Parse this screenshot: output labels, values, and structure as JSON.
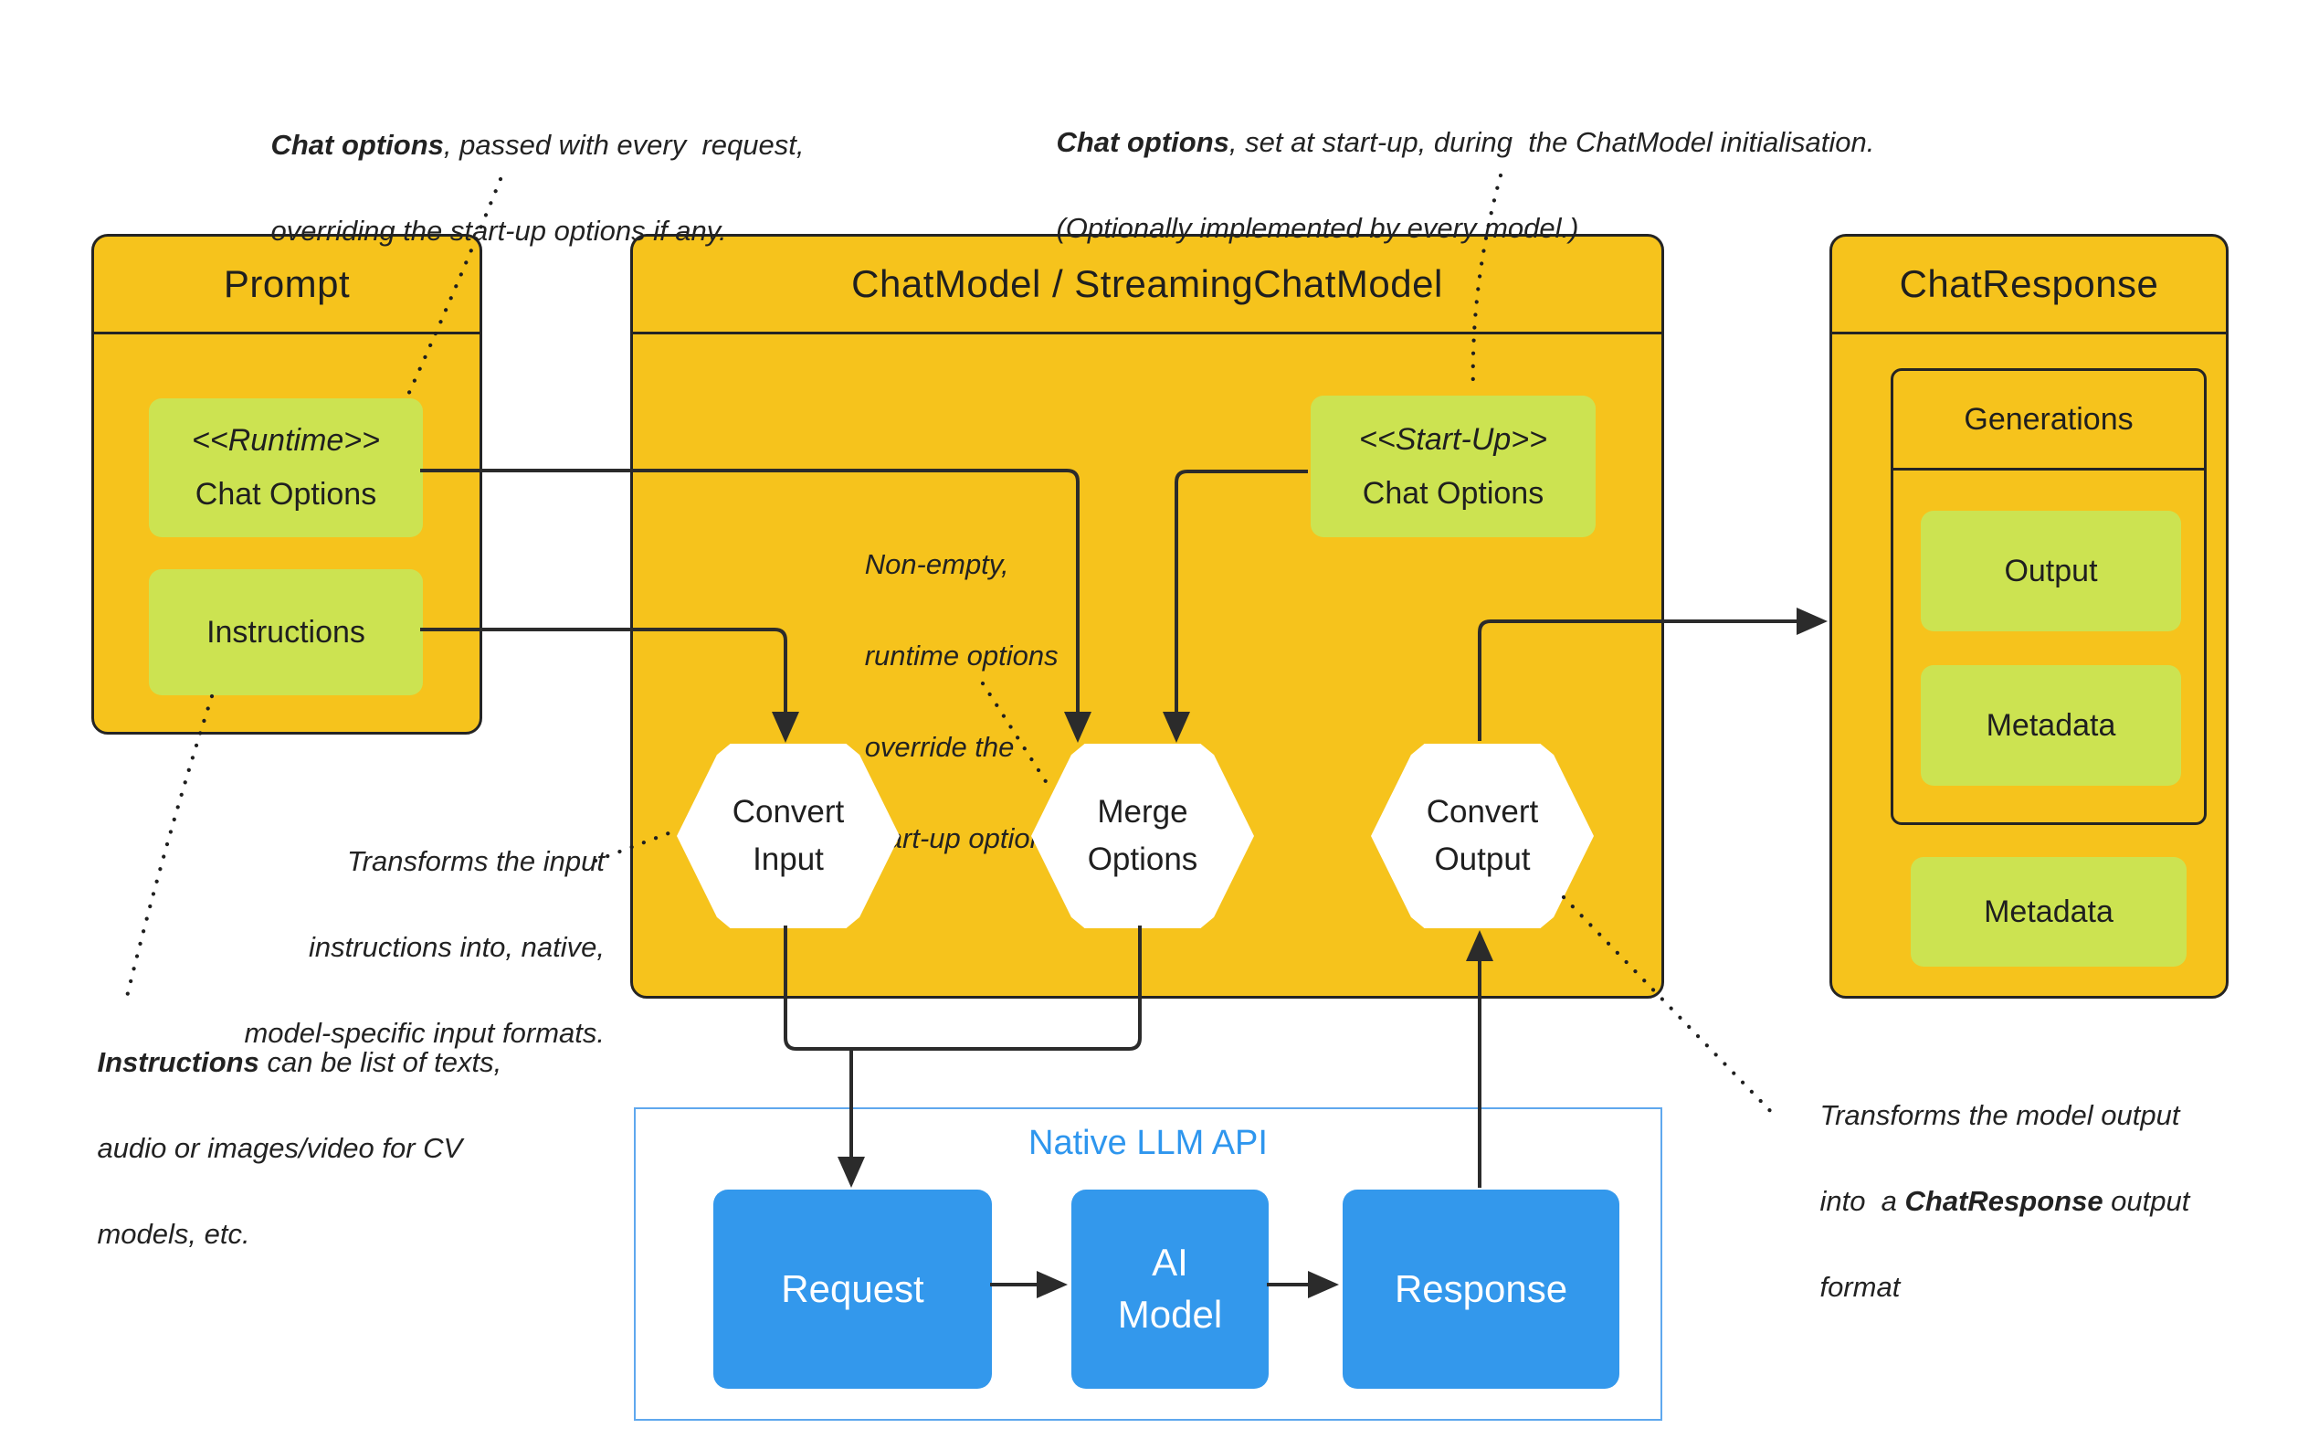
{
  "colors": {
    "gold": "#F6C31C",
    "green": "#CCE351",
    "blue": "#3398EC",
    "native_border": "#5FA8EE",
    "native_title": "#2E96EE",
    "stroke": "#2B2B2B",
    "text": "#1F1F1F"
  },
  "prompt": {
    "title": "Prompt",
    "runtime_stereotype": "<<Runtime>>",
    "runtime_label": "Chat Options",
    "instructions_label": "Instructions"
  },
  "chat_model": {
    "title": "ChatModel / StreamingChatModel",
    "startup_stereotype": "<<Start-Up>>",
    "startup_label": "Chat Options",
    "hex_convert_input": {
      "line1": "Convert",
      "line2": "Input"
    },
    "hex_merge_options": {
      "line1": "Merge",
      "line2": "Options"
    },
    "hex_convert_output": {
      "line1": "Convert",
      "line2": "Output"
    }
  },
  "chat_response": {
    "title": "ChatResponse",
    "generations_label": "Generations",
    "output_label": "Output",
    "metadata_inner_label": "Metadata",
    "metadata_outer_label": "Metadata"
  },
  "native_api": {
    "title": "Native LLM API",
    "request_label": "Request",
    "ai_model_line1": "AI",
    "ai_model_line2": "Model",
    "response_label": "Response"
  },
  "annotations": {
    "top_left": {
      "bold": "Chat options",
      "line1_rest": ", passed with every  request,",
      "line2": "overriding the start-up options if any."
    },
    "top_center": {
      "bold": "Chat options",
      "line1_rest": ", set at start-up, during  the ChatModel initialisation.",
      "line2": "(Optionally implemented by every model.)"
    },
    "merge_note": {
      "line1": "Non-empty,",
      "line2": "runtime options",
      "line3": "override the",
      "line4": "start-up options."
    },
    "convert_input_note": {
      "line1": "Transforms the input",
      "line2": "instructions into, native,",
      "line3": "model-specific input formats."
    },
    "instructions_note": {
      "bold": "Instructions",
      "line1_rest": " can be list of texts,",
      "line2": "audio or images/video for CV",
      "line3": "models, etc."
    },
    "convert_output_note": {
      "line1": "Transforms the model output",
      "line2_a": "into  a ",
      "line2_bold": "ChatResponse",
      "line2_c": " output",
      "line3": "format"
    }
  }
}
